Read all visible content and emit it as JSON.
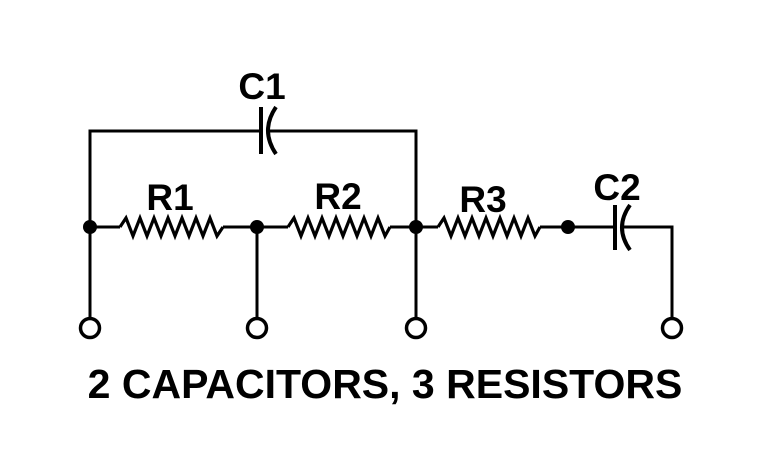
{
  "diagram": {
    "title": "2 CAPACITORS, 3 RESISTORS",
    "background_color": "#ffffff",
    "line_color": "#000000",
    "components": [
      {
        "label": "C1",
        "type": "capacitor",
        "position": "top-bypass-branch"
      },
      {
        "label": "R1",
        "type": "resistor",
        "position": "series-left"
      },
      {
        "label": "R2",
        "type": "resistor",
        "position": "series-middle"
      },
      {
        "label": "R3",
        "type": "resistor",
        "position": "series-right"
      },
      {
        "label": "C2",
        "type": "capacitor",
        "position": "series-output"
      }
    ],
    "counts": {
      "capacitors": 2,
      "resistors": 3
    },
    "terminal_count": 4
  }
}
